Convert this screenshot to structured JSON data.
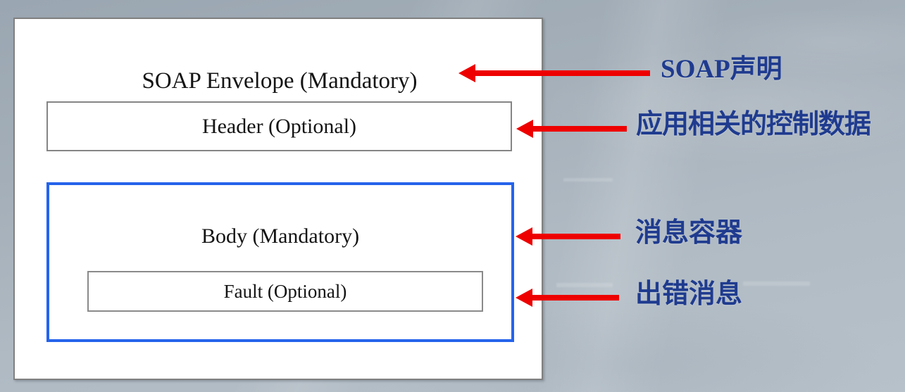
{
  "diagram": {
    "envelope": {
      "title": "SOAP Envelope (Mandatory)",
      "border_color": "#808080",
      "background": "#ffffff"
    },
    "header_box": {
      "label": "Header (Optional)",
      "border_color": "#858585"
    },
    "body_box": {
      "label": "Body (Mandatory)",
      "border_color": "#2563eb"
    },
    "fault_box": {
      "label": "Fault (Optional)",
      "border_color": "#8a8a8a"
    }
  },
  "annotations": {
    "arrow_color": "#ee0000",
    "label_color": "#1f3b8f",
    "items": [
      {
        "latin": "SOAP",
        "cjk": "声明",
        "target": "envelope"
      },
      {
        "latin": "",
        "cjk": "应用相关的控制数据",
        "target": "header"
      },
      {
        "latin": "",
        "cjk": "消息容器",
        "target": "body"
      },
      {
        "latin": "",
        "cjk": "出错消息",
        "target": "fault"
      }
    ]
  },
  "background": {
    "base_color": "#a3aeb8",
    "style": "blurred-gray-blue-gradient"
  }
}
